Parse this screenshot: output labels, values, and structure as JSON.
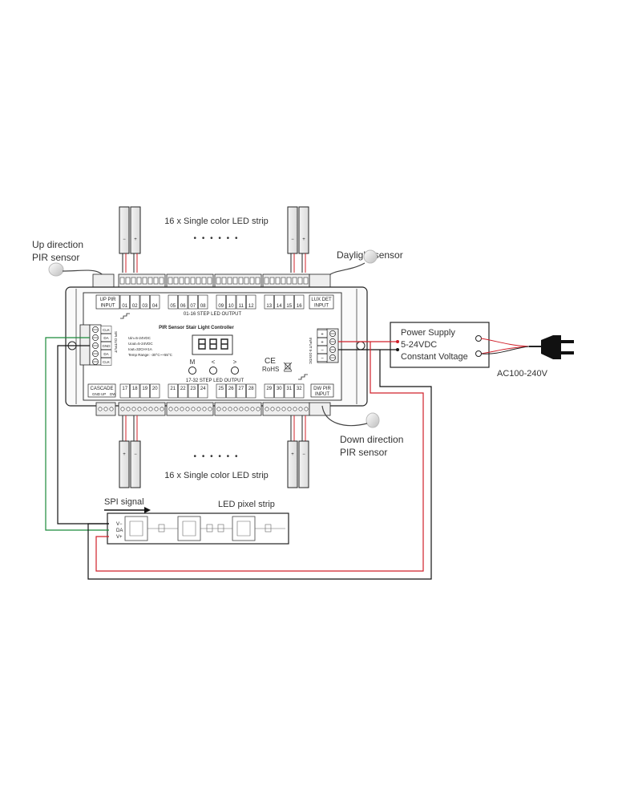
{
  "labels": {
    "strip_top": "16 x Single color LED strip",
    "strip_bottom": "16 x Single color LED strip",
    "dots": "• • • • • •",
    "up_pir": "Up direction",
    "up_pir2": "PIR sensor",
    "daylight": "Daylight sensor",
    "down_pir": "Down direction",
    "down_pir2": "PIR sensor",
    "spi_signal": "SPI signal",
    "led_pixel": "LED pixel strip",
    "ac": "AC100-240V"
  },
  "psu": {
    "line1": "Power Supply",
    "line2": "5-24VDC",
    "line3": "Constant Voltage"
  },
  "controller": {
    "title": "PIR Sensor Stair Light Controller",
    "top_output": "01-16 STEP LED OUTPUT",
    "bottom_output": "17-32 STEP LED OUTPUT",
    "up_pir_input_1": "UP PIR",
    "up_pir_input_2": "INPUT",
    "lux_det_1": "LUX DET",
    "lux_det_2": "INPUT",
    "dw_pir_1": "DW PIR",
    "dw_pir_2": "INPUT",
    "cascade": "CASCADE",
    "cascade_pins": [
      "GND",
      "UP",
      "DW"
    ],
    "spi_output": "SPI OUTPUT",
    "spi_pins": [
      "CLK",
      "DA",
      "GND",
      "DA",
      "CLK"
    ],
    "input_label": "INPUT 5-24VDC",
    "input_pins": [
      "+",
      "+",
      "−",
      "−"
    ],
    "spec_lines": [
      "Uin=5-24VDC",
      "Uout=5-24VDC",
      "Iout=32CH×1A",
      "Temp Range: -30°C~+55°C"
    ],
    "buttons": [
      "M",
      "<",
      ">"
    ],
    "ce": "CE",
    "rohs": "RoHS",
    "top_channels": [
      "01",
      "02",
      "03",
      "04",
      "05",
      "06",
      "07",
      "08",
      "09",
      "10",
      "11",
      "12",
      "13",
      "14",
      "15",
      "16"
    ],
    "bottom_channels": [
      "17",
      "18",
      "19",
      "20",
      "21",
      "22",
      "23",
      "24",
      "25",
      "26",
      "27",
      "28",
      "29",
      "30",
      "31",
      "32"
    ]
  },
  "pixel_strip": {
    "pins": [
      "V−",
      "DA",
      "V+"
    ]
  },
  "strip_polarity": [
    "−",
    "+"
  ],
  "colors": {
    "line": "#222222",
    "red_wire": "#d0202a",
    "green_wire": "#1a8a3a"
  }
}
